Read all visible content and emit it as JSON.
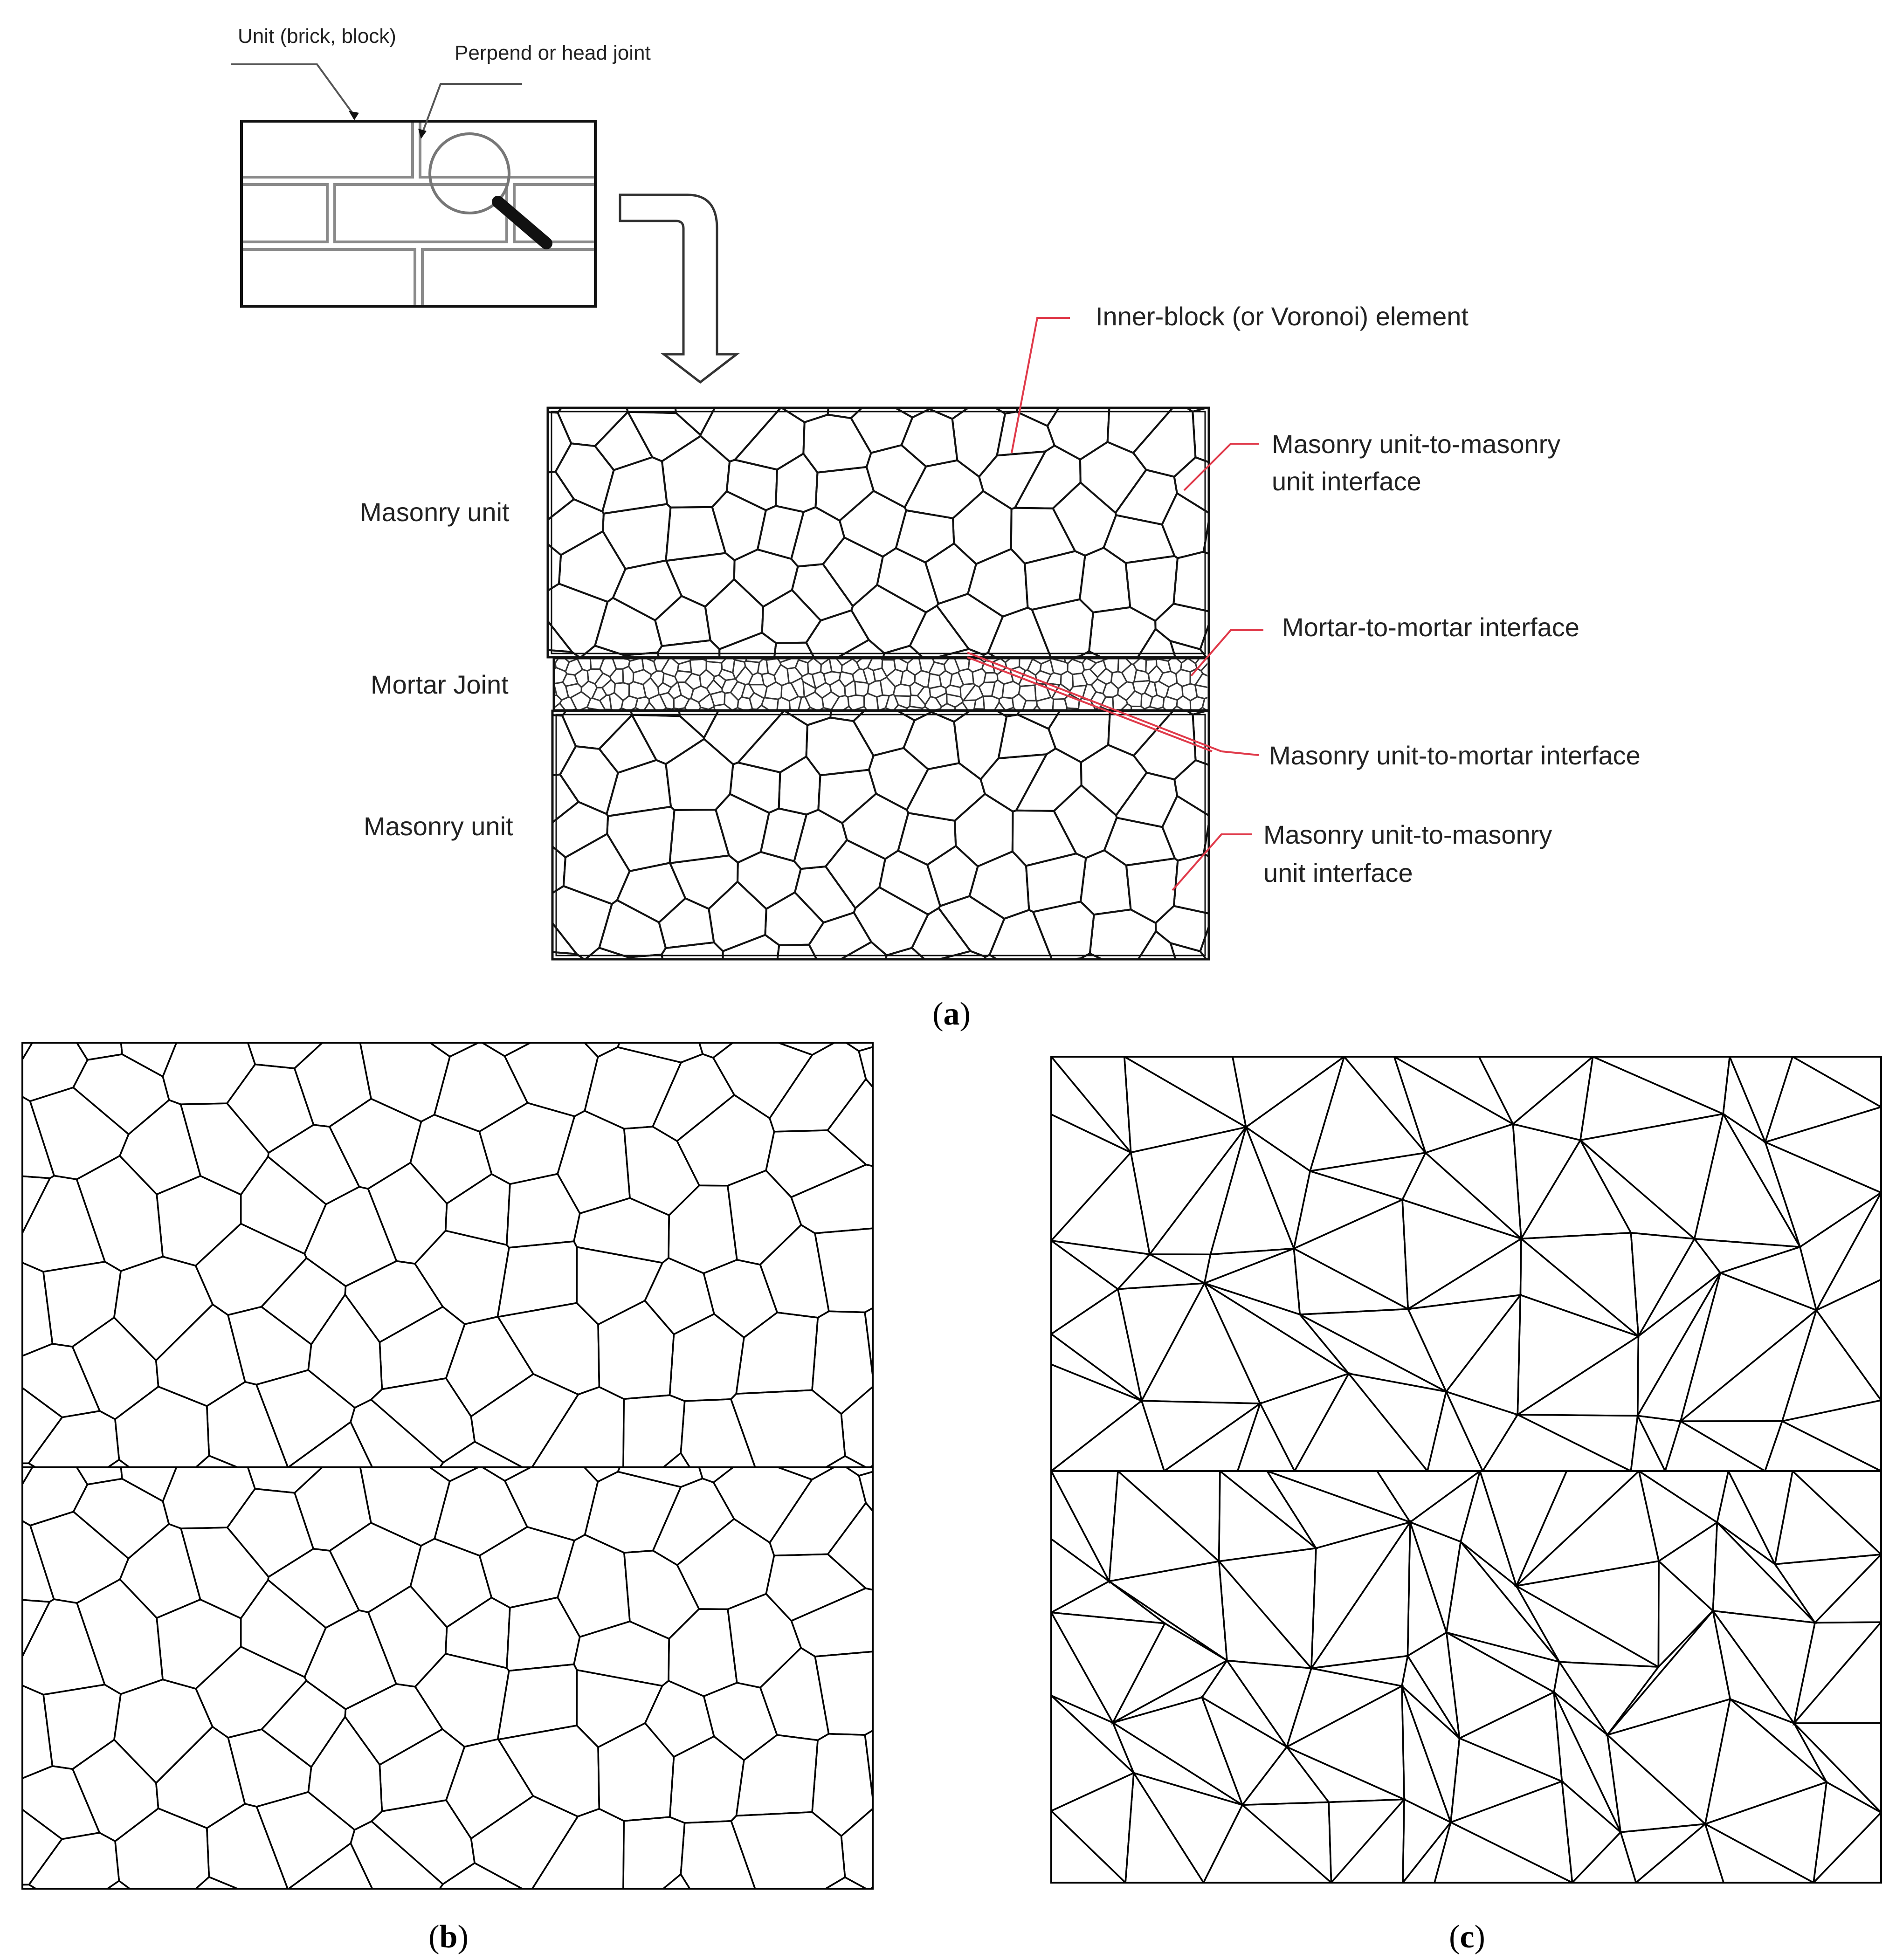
{
  "brick_wall": {
    "unit_label": "Unit (brick, block)",
    "head_joint_label": "Perpend or head joint"
  },
  "detail": {
    "inner_block_label": "Inner-block (or Voronoi) element",
    "masonry_unit_top": "Masonry unit",
    "mortar_joint": "Mortar Joint",
    "masonry_unit_bottom": "Masonry unit",
    "unit_unit_interface_top_line1": "Masonry unit-to-masonry",
    "unit_unit_interface_top_line2": "unit interface",
    "mortar_mortar_interface": "Mortar-to-mortar interface",
    "unit_mortar_interface": "Masonry unit-to-mortar interface",
    "unit_unit_interface_bottom_line1": "Masonry unit-to-masonry",
    "unit_unit_interface_bottom_line2": "unit interface"
  },
  "captions": {
    "a_open": "(",
    "a_letter": "a",
    "a_close": ")",
    "b_open": "(",
    "b_letter": "b",
    "b_close": ")",
    "c_open": "(",
    "c_letter": "c",
    "c_close": ")"
  },
  "colors": {
    "leader_line": "#e03a4a",
    "mesh_line": "#000000",
    "mortar_line": "#555555"
  }
}
